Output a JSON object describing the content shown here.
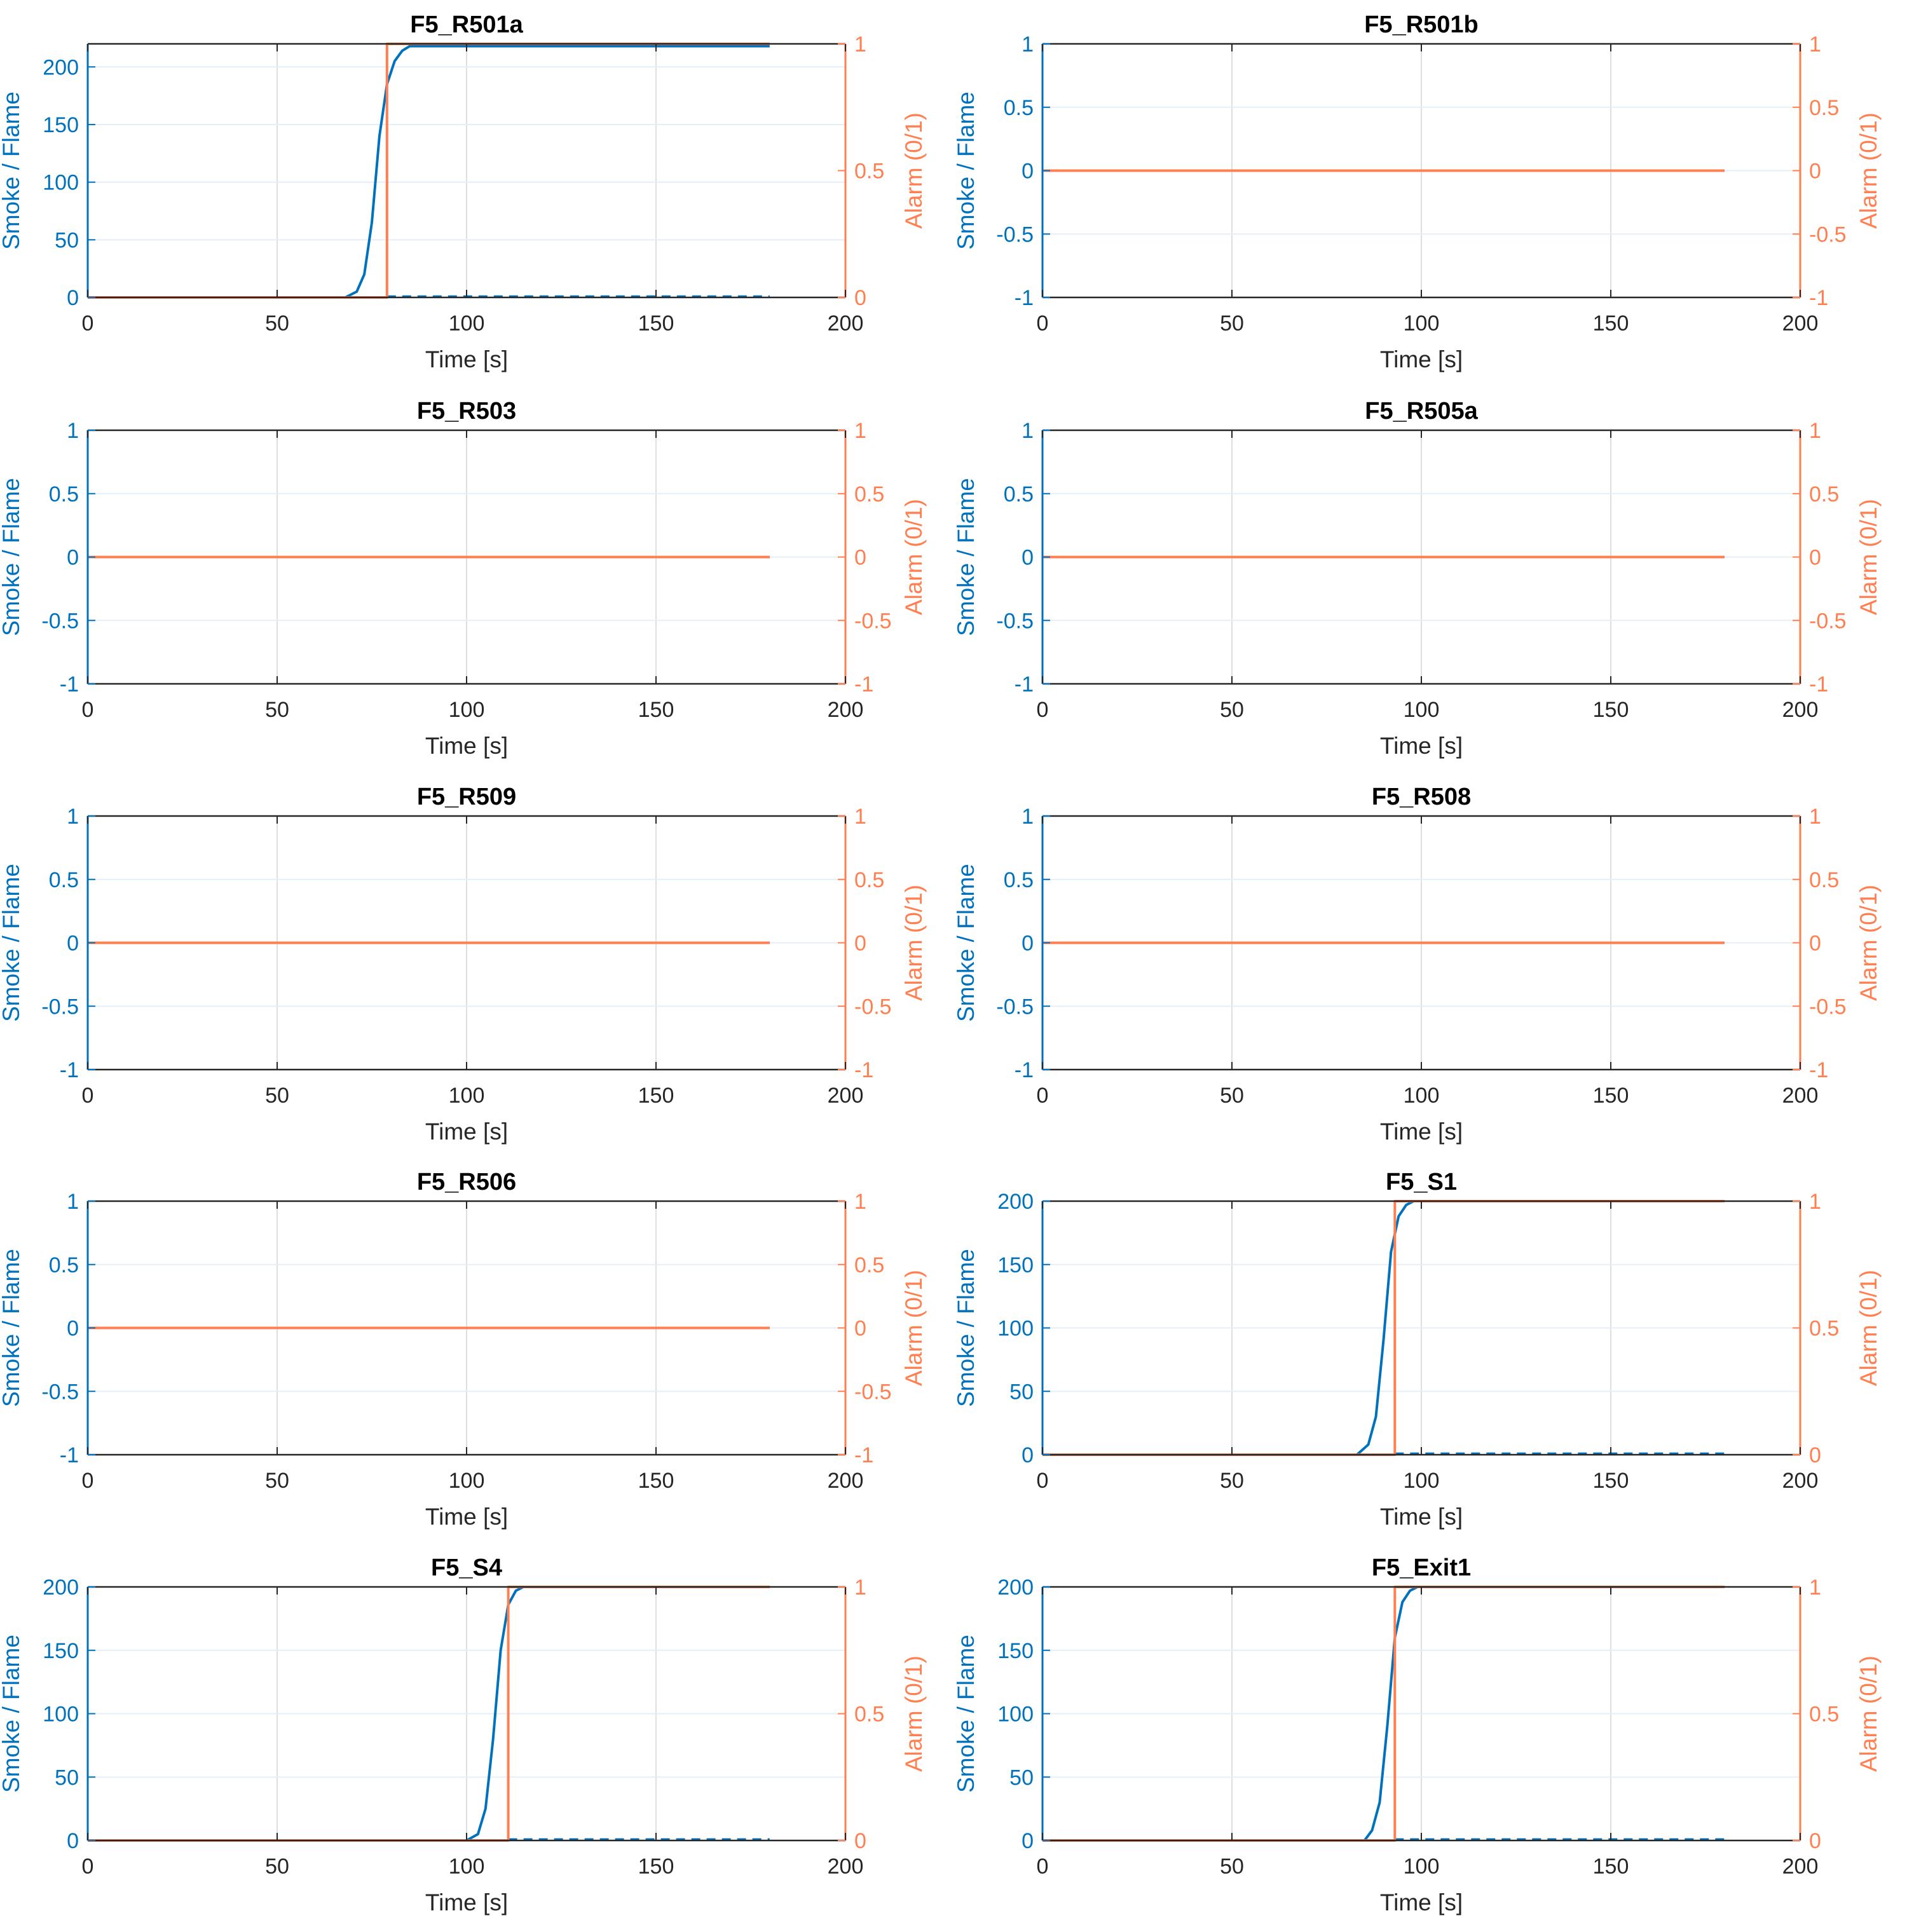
{
  "chart_data": [
    {
      "type": "line",
      "title": "F5_R501a",
      "xlabel": "Time [s]",
      "ylabel": "Smoke / Flame",
      "ylabel_right": "Alarm (0/1)",
      "xlim": [
        0,
        200
      ],
      "ylim": [
        0,
        220
      ],
      "ylim_right": [
        0,
        1
      ],
      "xticks": [
        0,
        50,
        100,
        150,
        200
      ],
      "yticks": [
        0,
        50,
        100,
        150,
        200
      ],
      "yticks_right": [
        0,
        0.5,
        1
      ],
      "grid": true,
      "series": [
        {
          "axis": "left",
          "color": "#0072bd",
          "x": [
            0,
            68,
            71,
            73,
            75,
            77,
            79,
            81,
            83,
            85,
            180
          ],
          "y": [
            0,
            0,
            5,
            20,
            65,
            140,
            185,
            205,
            214,
            218,
            218
          ]
        },
        {
          "axis": "left",
          "color": "#0072bd",
          "style": "dashed",
          "x": [
            79,
            180
          ],
          "y": [
            1,
            1
          ]
        },
        {
          "axis": "right",
          "color": "#ff7f50",
          "x": [
            0,
            79,
            79,
            180
          ],
          "y": [
            0,
            0,
            1,
            1
          ]
        }
      ]
    },
    {
      "type": "line",
      "title": "F5_R501b",
      "xlabel": "Time [s]",
      "ylabel": "Smoke / Flame",
      "ylabel_right": "Alarm (0/1)",
      "xlim": [
        0,
        200
      ],
      "ylim": [
        -1,
        1
      ],
      "ylim_right": [
        -1,
        1
      ],
      "xticks": [
        0,
        50,
        100,
        150,
        200
      ],
      "yticks": [
        -1,
        -0.5,
        0,
        0.5,
        1
      ],
      "yticks_right": [
        -1,
        -0.5,
        0,
        0.5,
        1
      ],
      "grid": true,
      "series": [
        {
          "axis": "left",
          "color": "#0072bd",
          "x": [
            0,
            180
          ],
          "y": [
            0,
            0
          ]
        },
        {
          "axis": "right",
          "color": "#ff7f50",
          "x": [
            0,
            180
          ],
          "y": [
            0,
            0
          ]
        }
      ]
    },
    {
      "type": "line",
      "title": "F5_R503",
      "xlabel": "Time [s]",
      "ylabel": "Smoke / Flame",
      "ylabel_right": "Alarm (0/1)",
      "xlim": [
        0,
        200
      ],
      "ylim": [
        -1,
        1
      ],
      "ylim_right": [
        -1,
        1
      ],
      "xticks": [
        0,
        50,
        100,
        150,
        200
      ],
      "yticks": [
        -1,
        -0.5,
        0,
        0.5,
        1
      ],
      "yticks_right": [
        -1,
        -0.5,
        0,
        0.5,
        1
      ],
      "grid": true,
      "series": [
        {
          "axis": "left",
          "color": "#0072bd",
          "x": [
            0,
            180
          ],
          "y": [
            0,
            0
          ]
        },
        {
          "axis": "right",
          "color": "#ff7f50",
          "x": [
            0,
            180
          ],
          "y": [
            0,
            0
          ]
        }
      ]
    },
    {
      "type": "line",
      "title": "F5_R505a",
      "xlabel": "Time [s]",
      "ylabel": "Smoke / Flame",
      "ylabel_right": "Alarm (0/1)",
      "xlim": [
        0,
        200
      ],
      "ylim": [
        -1,
        1
      ],
      "ylim_right": [
        -1,
        1
      ],
      "xticks": [
        0,
        50,
        100,
        150,
        200
      ],
      "yticks": [
        -1,
        -0.5,
        0,
        0.5,
        1
      ],
      "yticks_right": [
        -1,
        -0.5,
        0,
        0.5,
        1
      ],
      "grid": true,
      "series": [
        {
          "axis": "left",
          "color": "#0072bd",
          "x": [
            0,
            180
          ],
          "y": [
            0,
            0
          ]
        },
        {
          "axis": "right",
          "color": "#ff7f50",
          "x": [
            0,
            180
          ],
          "y": [
            0,
            0
          ]
        }
      ]
    },
    {
      "type": "line",
      "title": "F5_R509",
      "xlabel": "Time [s]",
      "ylabel": "Smoke / Flame",
      "ylabel_right": "Alarm (0/1)",
      "xlim": [
        0,
        200
      ],
      "ylim": [
        -1,
        1
      ],
      "ylim_right": [
        -1,
        1
      ],
      "xticks": [
        0,
        50,
        100,
        150,
        200
      ],
      "yticks": [
        -1,
        -0.5,
        0,
        0.5,
        1
      ],
      "yticks_right": [
        -1,
        -0.5,
        0,
        0.5,
        1
      ],
      "grid": true,
      "series": [
        {
          "axis": "left",
          "color": "#0072bd",
          "x": [
            0,
            180
          ],
          "y": [
            0,
            0
          ]
        },
        {
          "axis": "right",
          "color": "#ff7f50",
          "x": [
            0,
            180
          ],
          "y": [
            0,
            0
          ]
        }
      ]
    },
    {
      "type": "line",
      "title": "F5_R508",
      "xlabel": "Time [s]",
      "ylabel": "Smoke / Flame",
      "ylabel_right": "Alarm (0/1)",
      "xlim": [
        0,
        200
      ],
      "ylim": [
        -1,
        1
      ],
      "ylim_right": [
        -1,
        1
      ],
      "xticks": [
        0,
        50,
        100,
        150,
        200
      ],
      "yticks": [
        -1,
        -0.5,
        0,
        0.5,
        1
      ],
      "yticks_right": [
        -1,
        -0.5,
        0,
        0.5,
        1
      ],
      "grid": true,
      "series": [
        {
          "axis": "left",
          "color": "#0072bd",
          "x": [
            0,
            180
          ],
          "y": [
            0,
            0
          ]
        },
        {
          "axis": "right",
          "color": "#ff7f50",
          "x": [
            0,
            180
          ],
          "y": [
            0,
            0
          ]
        }
      ]
    },
    {
      "type": "line",
      "title": "F5_R506",
      "xlabel": "Time [s]",
      "ylabel": "Smoke / Flame",
      "ylabel_right": "Alarm (0/1)",
      "xlim": [
        0,
        200
      ],
      "ylim": [
        -1,
        1
      ],
      "ylim_right": [
        -1,
        1
      ],
      "xticks": [
        0,
        50,
        100,
        150,
        200
      ],
      "yticks": [
        -1,
        -0.5,
        0,
        0.5,
        1
      ],
      "yticks_right": [
        -1,
        -0.5,
        0,
        0.5,
        1
      ],
      "grid": true,
      "series": [
        {
          "axis": "left",
          "color": "#0072bd",
          "x": [
            0,
            180
          ],
          "y": [
            0,
            0
          ]
        },
        {
          "axis": "right",
          "color": "#ff7f50",
          "x": [
            0,
            180
          ],
          "y": [
            0,
            0
          ]
        }
      ]
    },
    {
      "type": "line",
      "title": "F5_S1",
      "xlabel": "Time [s]",
      "ylabel": "Smoke / Flame",
      "ylabel_right": "Alarm (0/1)",
      "xlim": [
        0,
        200
      ],
      "ylim": [
        0,
        200
      ],
      "ylim_right": [
        0,
        1
      ],
      "xticks": [
        0,
        50,
        100,
        150,
        200
      ],
      "yticks": [
        0,
        50,
        100,
        150,
        200
      ],
      "yticks_right": [
        0,
        0.5,
        1
      ],
      "grid": true,
      "series": [
        {
          "axis": "left",
          "color": "#0072bd",
          "x": [
            0,
            83,
            86,
            88,
            90,
            92,
            94,
            96,
            98,
            180
          ],
          "y": [
            0,
            0,
            8,
            30,
            90,
            160,
            188,
            197,
            200,
            200
          ]
        },
        {
          "axis": "left",
          "color": "#0072bd",
          "style": "dashed",
          "x": [
            93,
            180
          ],
          "y": [
            1,
            1
          ]
        },
        {
          "axis": "right",
          "color": "#ff7f50",
          "x": [
            0,
            93,
            93,
            180
          ],
          "y": [
            0,
            0,
            1,
            1
          ]
        }
      ]
    },
    {
      "type": "line",
      "title": "F5_S4",
      "xlabel": "Time [s]",
      "ylabel": "Smoke / Flame",
      "ylabel_right": "Alarm (0/1)",
      "xlim": [
        0,
        200
      ],
      "ylim": [
        0,
        200
      ],
      "ylim_right": [
        0,
        1
      ],
      "xticks": [
        0,
        50,
        100,
        150,
        200
      ],
      "yticks": [
        0,
        50,
        100,
        150,
        200
      ],
      "yticks_right": [
        0,
        0.5,
        1
      ],
      "grid": true,
      "series": [
        {
          "axis": "left",
          "color": "#0072bd",
          "x": [
            0,
            100,
            103,
            105,
            107,
            109,
            111,
            113,
            115,
            180
          ],
          "y": [
            0,
            0,
            5,
            25,
            80,
            150,
            186,
            197,
            200,
            200
          ]
        },
        {
          "axis": "left",
          "color": "#0072bd",
          "style": "dashed",
          "x": [
            111,
            180
          ],
          "y": [
            1,
            1
          ]
        },
        {
          "axis": "right",
          "color": "#ff7f50",
          "x": [
            0,
            111,
            111,
            180
          ],
          "y": [
            0,
            0,
            1,
            1
          ]
        }
      ]
    },
    {
      "type": "line",
      "title": "F5_Exit1",
      "xlabel": "Time [s]",
      "ylabel": "Smoke / Flame",
      "ylabel_right": "Alarm (0/1)",
      "xlim": [
        0,
        200
      ],
      "ylim": [
        0,
        200
      ],
      "ylim_right": [
        0,
        1
      ],
      "xticks": [
        0,
        50,
        100,
        150,
        200
      ],
      "yticks": [
        0,
        50,
        100,
        150,
        200
      ],
      "yticks_right": [
        0,
        0.5,
        1
      ],
      "grid": true,
      "series": [
        {
          "axis": "left",
          "color": "#0072bd",
          "x": [
            0,
            85,
            87,
            89,
            91,
            93,
            95,
            97,
            99,
            180
          ],
          "y": [
            0,
            0,
            8,
            30,
            90,
            160,
            188,
            197,
            200,
            200
          ]
        },
        {
          "axis": "left",
          "color": "#0072bd",
          "style": "dashed",
          "x": [
            93,
            180
          ],
          "y": [
            1,
            1
          ]
        },
        {
          "axis": "right",
          "color": "#ff7f50",
          "x": [
            0,
            93,
            93,
            180
          ],
          "y": [
            0,
            0,
            1,
            1
          ]
        }
      ]
    }
  ],
  "colors": {
    "left_axis": "#0072bd",
    "right_axis": "#ff7f50",
    "axis_dark": "#262626",
    "grid": "#dfdfdf",
    "grid_light": "#e6eef8"
  }
}
